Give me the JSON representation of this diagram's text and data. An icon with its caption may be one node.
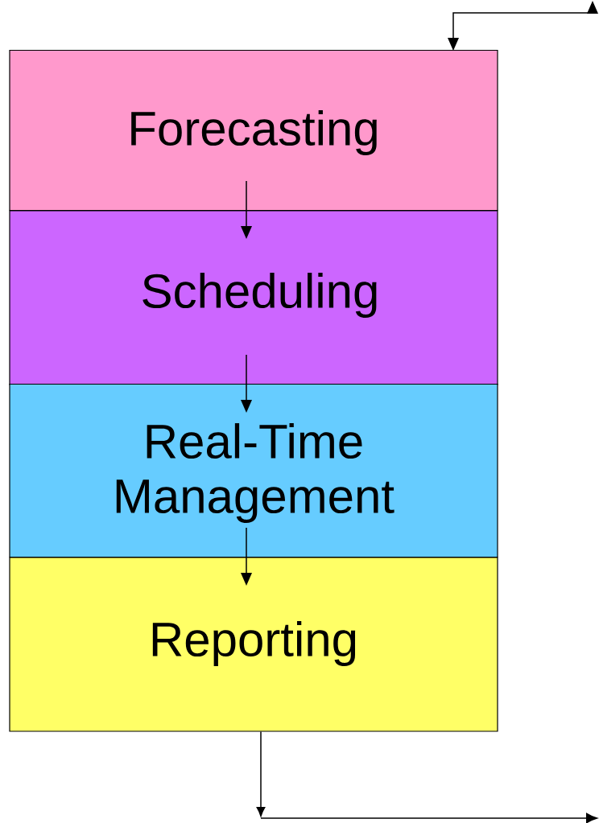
{
  "diagram": {
    "nodes": [
      {
        "text": [
          "Forecasting"
        ]
      },
      {
        "text": [
          "Scheduling"
        ]
      },
      {
        "text": [
          "Real-Time Management"
        ]
      },
      {
        "text": [
          "Reporting"
        ]
      }
    ],
    "edges": [
      {
        "from": 0,
        "to": 1,
        "arrow": "to"
      },
      {
        "from": 1,
        "to": 2,
        "arrow": "to"
      },
      {
        "from": 2,
        "to": 3,
        "arrow": "to"
      },
      {
        "from": 3,
        "to": null,
        "arrow": "to"
      },
      {
        "from": null,
        "to": 0,
        "arrow": "both"
      }
    ]
  }
}
